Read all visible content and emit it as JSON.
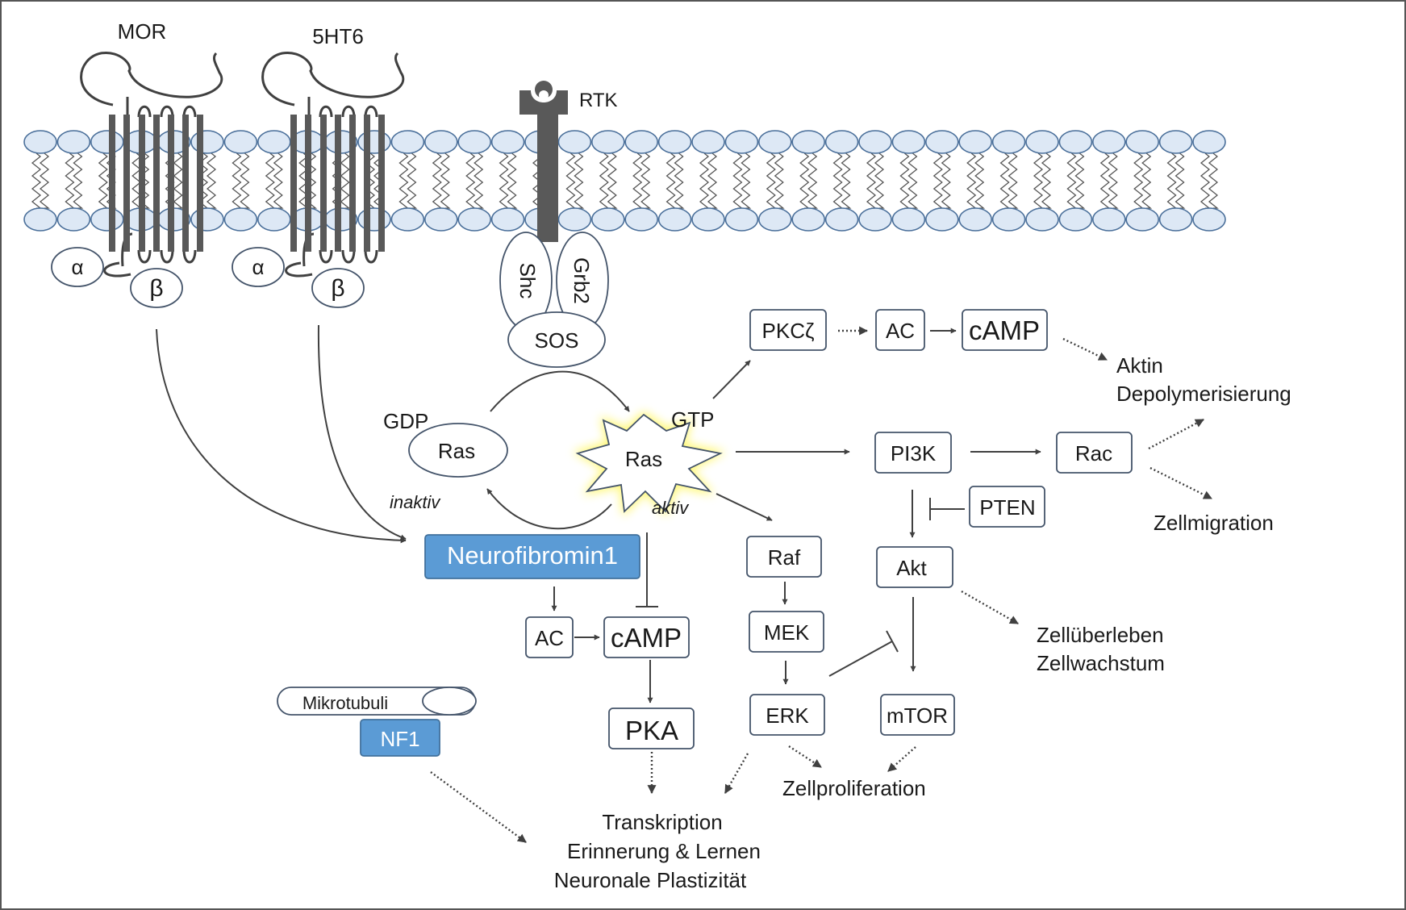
{
  "receptors": {
    "mor": {
      "label": "MOR",
      "alpha": "α",
      "beta": "β"
    },
    "ht6": {
      "label": "5HT6",
      "alpha": "α",
      "beta": "β"
    },
    "rtk": {
      "label": "RTK"
    }
  },
  "adaptors": {
    "shc": "Shc",
    "grb2": "Grb2",
    "sos": "SOS"
  },
  "ras": {
    "inactive_label": "Ras",
    "gdp": "GDP",
    "inactive_state": "inaktiv",
    "active_label": "Ras",
    "gtp": "GTP",
    "active_state": "aktiv"
  },
  "nodes": {
    "neurofibromin": "Neurofibromin1",
    "ac_left": "AC",
    "camp_left": "cAMP",
    "pka": "PKA",
    "mikrotubuli": "Mikrotubuli",
    "nf1": "NF1",
    "pkcz": "PKCζ",
    "ac_right": "AC",
    "camp_right": "cAMP",
    "pi3k": "PI3K",
    "rac": "Rac",
    "pten": "PTEN",
    "akt": "Akt",
    "mtor": "mTOR",
    "raf": "Raf",
    "mek": "MEK",
    "erk": "ERK"
  },
  "outcomes": {
    "aktin": [
      "Aktin",
      "Depolymerisierung"
    ],
    "zellmigration": "Zellmigration",
    "zellueberleben": [
      "Zellüberleben",
      "Zellwachstum"
    ],
    "zellproliferation": "Zellproliferation",
    "transkription": [
      "Transkription",
      "Erinnerung & Lernen",
      "Neuronale Plastizität"
    ]
  },
  "colors": {
    "membrane_head": "#dde8f5",
    "membrane_stroke": "#4a6f9a",
    "receptor_gray": "#595959",
    "highlight_blue": "#5b9bd5",
    "active_glow": "#fff200"
  }
}
